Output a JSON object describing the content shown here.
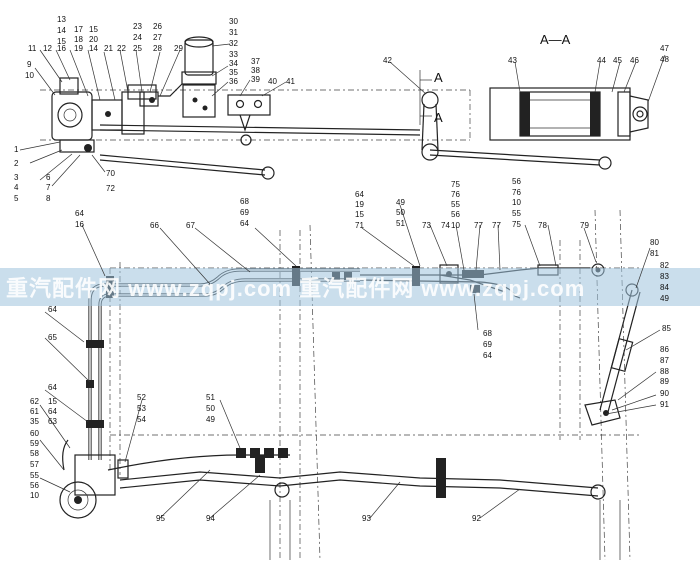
{
  "section_label": "A—A",
  "section_marker": "A",
  "watermark": "重汽配件网 www.zqpj.com 重汽配件网 www.zqpj.com",
  "callouts": {
    "c1": "1",
    "c2": "2",
    "c3": "3",
    "c4": "4",
    "c5": "5",
    "c6": "6",
    "c7": "7",
    "c8": "8",
    "c9": "9",
    "c10": "10",
    "c11": "11",
    "c12": "12",
    "c13": "13",
    "c14": "14",
    "c15": "15",
    "c16": "16",
    "c17": "17",
    "c18": "18",
    "c19": "19",
    "c20": "20",
    "c21": "21",
    "c22": "22",
    "c23": "23",
    "c24": "24",
    "c25": "25",
    "c26": "26",
    "c27": "27",
    "c28": "28",
    "c29": "29",
    "c30": "30",
    "c31": "31",
    "c32": "32",
    "c33": "33",
    "c34": "34",
    "c35": "35",
    "c36": "36",
    "c37": "37",
    "c38": "38",
    "c39": "39",
    "c40": "40",
    "c41": "41",
    "c42": "42",
    "c43": "43",
    "c44": "44",
    "c45": "45",
    "c46": "46",
    "c47": "47",
    "c48": "48",
    "c49": "49",
    "c50": "50",
    "c51": "51",
    "c52": "52",
    "c53": "53",
    "c54": "54",
    "c55": "55",
    "c56": "56",
    "c57": "57",
    "c58": "58",
    "c59": "59",
    "c60": "60",
    "c61": "61",
    "c62": "62",
    "c63": "63",
    "c64": "64",
    "c65": "65",
    "c66": "66",
    "c67": "67",
    "c68": "68",
    "c69": "69",
    "c70": "70",
    "c71": "71",
    "c72": "72",
    "c73": "73",
    "c74": "74",
    "c75": "75",
    "c76": "76",
    "c77": "77",
    "c78": "78",
    "c79": "79",
    "c80": "80",
    "c81": "81",
    "c82": "82",
    "c83": "83",
    "c84": "84",
    "c85": "85",
    "c86": "86",
    "c87": "87",
    "c88": "88",
    "c89": "89",
    "c90": "90",
    "c91": "91",
    "c92": "92",
    "c93": "93",
    "c94": "94",
    "c95": "95"
  }
}
